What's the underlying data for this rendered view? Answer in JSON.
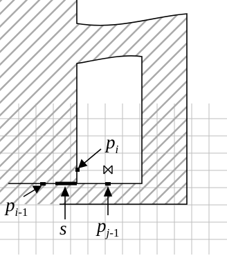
{
  "colors": {
    "background": "#ffffff",
    "grid": "#bdbdbd",
    "hatch": "#aaaaaa",
    "outline": "#000000"
  },
  "labels": {
    "p_i": {
      "base": "p",
      "sub": "i"
    },
    "p_i_minus_1": {
      "base": "p",
      "sub_var": "i",
      "sub_rest": "-1"
    },
    "s": {
      "base": "s"
    },
    "p_j_minus_1": {
      "base": "p",
      "sub_var": "j",
      "sub_rest": "-1"
    }
  },
  "markers": [
    "p-i-marker",
    "p-i-minus-1-marker",
    "p-j-minus-1-marker",
    "hourglass-icon"
  ]
}
